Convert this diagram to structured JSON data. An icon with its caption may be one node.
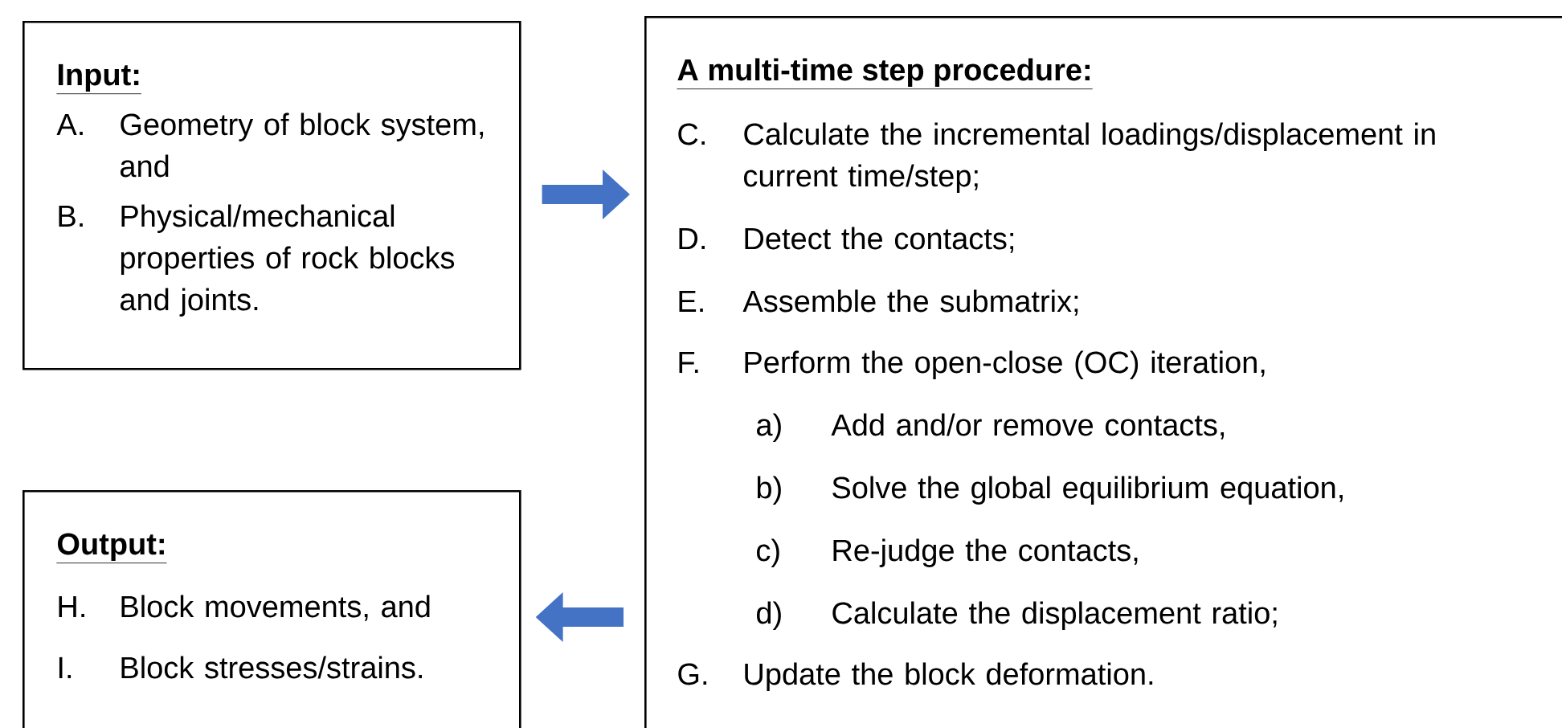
{
  "diagram": {
    "nodes": [
      {
        "text": [
          "Input:",
          "A.",
          "Geometry of block system, and",
          "B.",
          "Physical/mechanical properties of rock blocks and joints."
        ]
      },
      {
        "text": [
          "Output:",
          "H.",
          "Block movements, and",
          "I.",
          "Block stresses/strains."
        ]
      },
      {
        "text": [
          "A multi-time step procedure:",
          "C.",
          "Calculate the incremental loadings/displacement in current time/step;",
          "D.",
          "Detect the contacts;",
          "E.",
          "Assemble the submatrix;",
          "F.",
          "Perform the open-close (OC) iteration,",
          "a)",
          "Add and/or remove contacts,",
          "b)",
          "Solve the global equilibrium equation,",
          "c)",
          "Re-judge the contacts,",
          "d)",
          "Calculate the displacement ratio;",
          "G.",
          "Update the block deformation."
        ]
      }
    ],
    "edges": [
      {
        "from": 0,
        "to": 2,
        "arrow": "to"
      },
      {
        "from": 2,
        "to": 1,
        "arrow": "to"
      }
    ]
  }
}
